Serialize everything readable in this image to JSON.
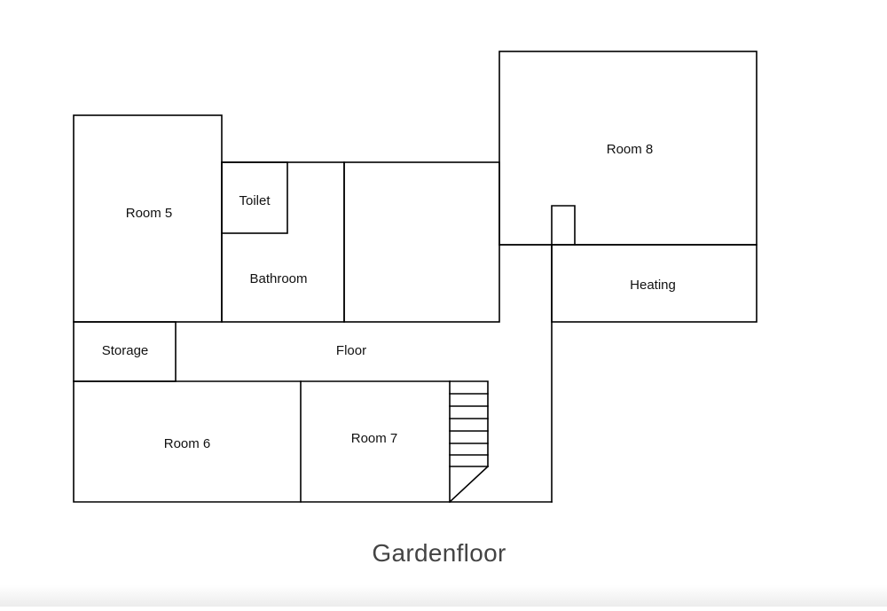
{
  "plan": {
    "title": "Gardenfloor",
    "rooms": {
      "room5": "Room 5",
      "toilet": "Toilet",
      "bathroom": "Bathroom",
      "room8": "Room 8",
      "heating": "Heating",
      "storage": "Storage",
      "floor": "Floor",
      "room6": "Room 6",
      "room7": "Room 7"
    }
  },
  "colors": {
    "wall": "#000000",
    "label": "#111111",
    "title": "#444444",
    "background": "#ffffff"
  }
}
